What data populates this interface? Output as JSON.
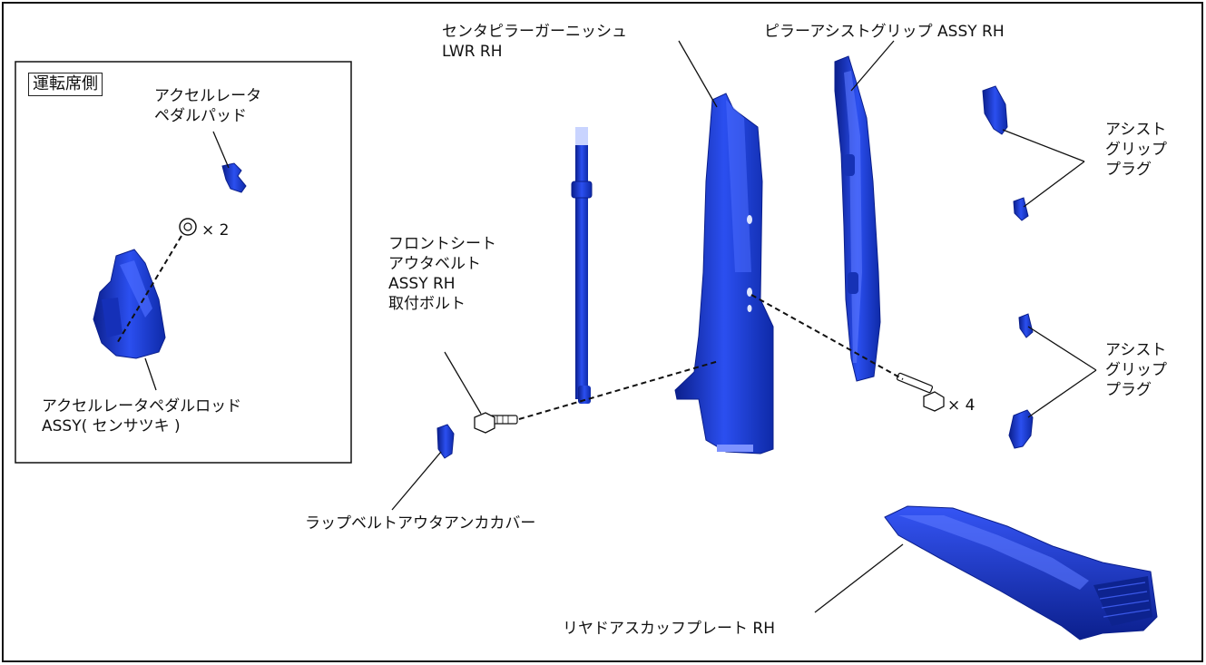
{
  "inset": {
    "title": "運転席側",
    "pad_label": [
      "アクセルレータ",
      "ペダルパッド"
    ],
    "nut_qty": "× 2",
    "rod_label": [
      "アクセルレータペダルロッド",
      "ASSY( センサツキ )"
    ]
  },
  "labels": {
    "garnish": [
      "センタピラーガーニッシュ",
      "LWR RH"
    ],
    "pillar_grip": "ピラーアシストグリップ ASSY RH",
    "plug_upper": [
      "アシスト",
      "グリップ",
      "プラグ"
    ],
    "plug_lower": [
      "アシスト",
      "グリップ",
      "プラグ"
    ],
    "bolt": [
      "フロントシート",
      "アウタベルト",
      "ASSY RH",
      "取付ボルト"
    ],
    "screw_qty": "× 4",
    "anchor_cover": "ラップベルトアウタアンカカバー",
    "scuff_plate": "リヤドアスカッフプレート RH"
  },
  "colors": {
    "part_fill": "#1f3fd6",
    "part_dark": "#0b1f8c",
    "part_light": "#6f8cff",
    "line": "#111111"
  }
}
